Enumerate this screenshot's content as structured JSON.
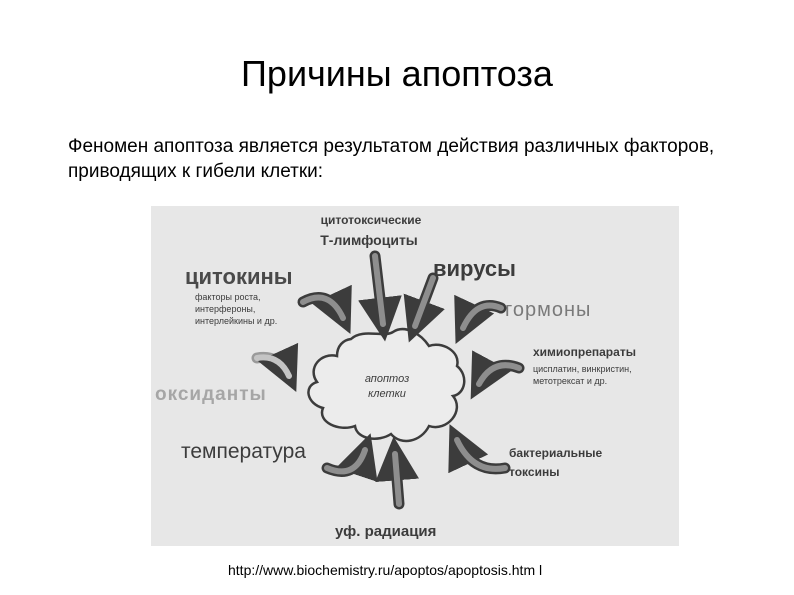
{
  "slide": {
    "title": "Причины апоптоза",
    "intro": "Феномен апоптоза является результатом действия различных факторов, приводящих к гибели клетки:",
    "source_url": "http://www.biochemistry.ru/apoptos/apoptosis.htm l"
  },
  "diagram": {
    "center_label_line1": "апоптоз",
    "center_label_line2": "клетки",
    "factors": {
      "ctl_line1": "цитотоксические",
      "ctl_line2": "Т-лимфоциты",
      "cytokines": "цитокины",
      "cytokines_sub1": "факторы роста,",
      "cytokines_sub2": "интерфероны,",
      "cytokines_sub3": "интерлейкины и др.",
      "viruses": "вирусы",
      "hormones": "гормоны",
      "oxidants": "оксиданты",
      "chemo": "химиопрепараты",
      "chemo_sub1": "цисплатин, винкристин,",
      "chemo_sub2": "метотрексат и др.",
      "temperature": "температура",
      "toxins_line1": "бактериальные",
      "toxins_line2": "токсины",
      "uv": "уф. радиация"
    },
    "colors": {
      "background": "#e7e7e7",
      "ink": "#3c3c3c",
      "arrow_fill": "#8e8e8e",
      "faded": "#9a9a9a"
    }
  }
}
